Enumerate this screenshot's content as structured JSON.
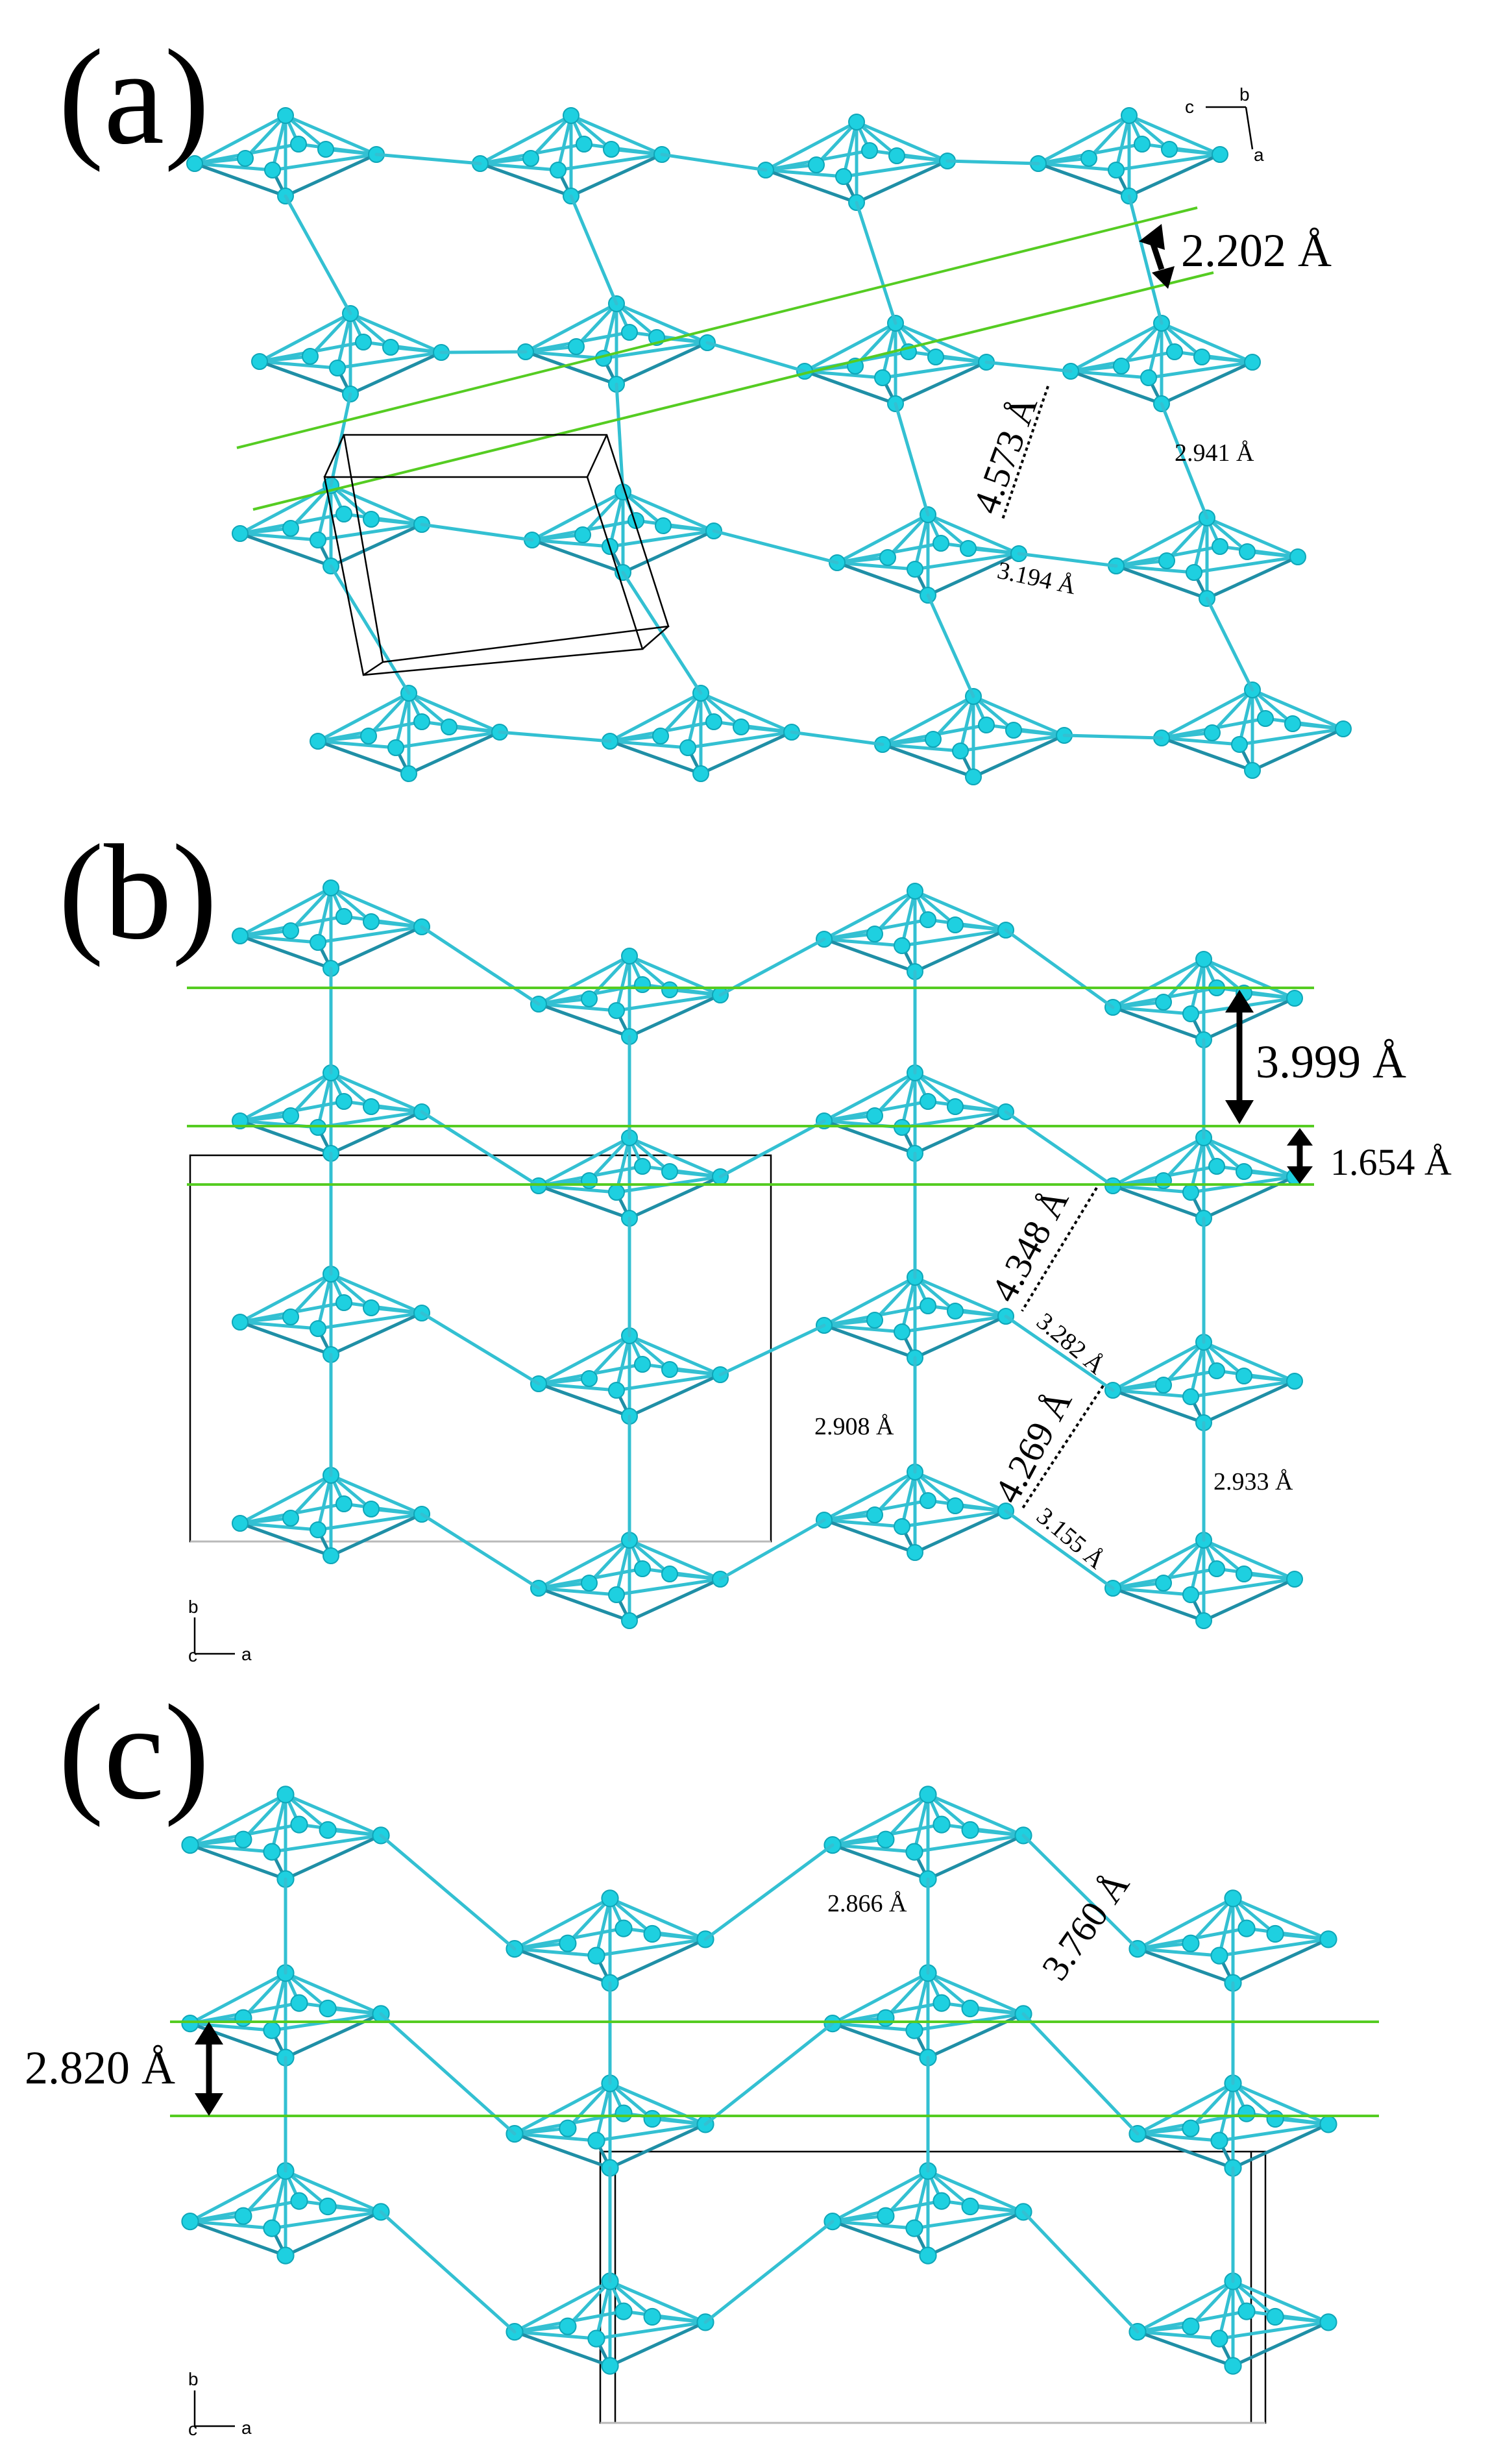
{
  "panels": {
    "a": {
      "label": "(a)",
      "distances": {
        "plane_gap": "2.202 Å",
        "d1": "4.573 Å",
        "d2": "3.194 Å",
        "d3": "2.941 Å"
      },
      "axes": {
        "horizontal": "c",
        "vertical_top": "b",
        "vertical_bottom": "a"
      }
    },
    "b": {
      "label": "(b)",
      "distances": {
        "plane_gap_1": "3.999 Å",
        "plane_gap_2": "1.654 Å",
        "d1": "4.348 Å",
        "d2": "3.282 Å",
        "d3": "4.269 Å",
        "d4": "3.155 Å",
        "d5": "2.908 Å",
        "d6": "2.933 Å"
      },
      "axes": {
        "vertical": "b",
        "origin": "c",
        "horizontal": "a"
      }
    },
    "c": {
      "label": "(c)",
      "distances": {
        "plane_gap": "2.820 Å",
        "d1": "2.866 Å",
        "d2": "3.760 Å"
      },
      "axes": {
        "vertical": "b",
        "origin": "c",
        "horizontal": "a"
      }
    }
  },
  "colors": {
    "atom": "#1ed0e0",
    "bond": "#33c0d2",
    "lattice_plane": "#55cc22",
    "unit_cell": "#000000"
  }
}
